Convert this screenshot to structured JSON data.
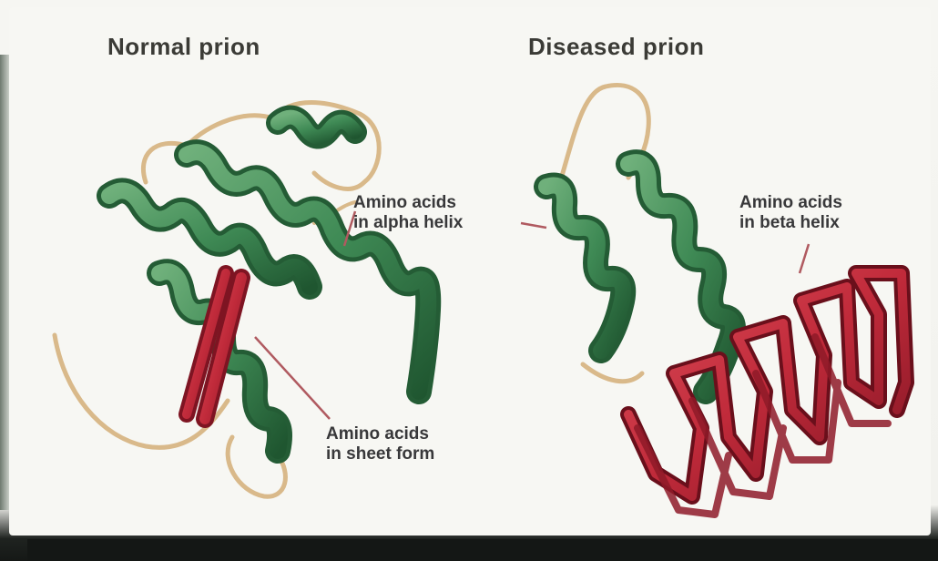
{
  "panels": [
    {
      "title": "Normal prion"
    },
    {
      "title": "Diseased prion"
    }
  ],
  "annotations": {
    "alpha_helix": "Amino acids\nin alpha helix",
    "sheet": "Amino acids\nin sheet form",
    "beta_helix": "Amino acids\nin beta helix"
  },
  "colors": {
    "helix": "#3f8a55",
    "helix_dark": "#245c35",
    "sheet": "#c02a3a",
    "sheet_dark": "#7e1422",
    "loop": "#d9b98a",
    "leader": "#b05a60"
  }
}
